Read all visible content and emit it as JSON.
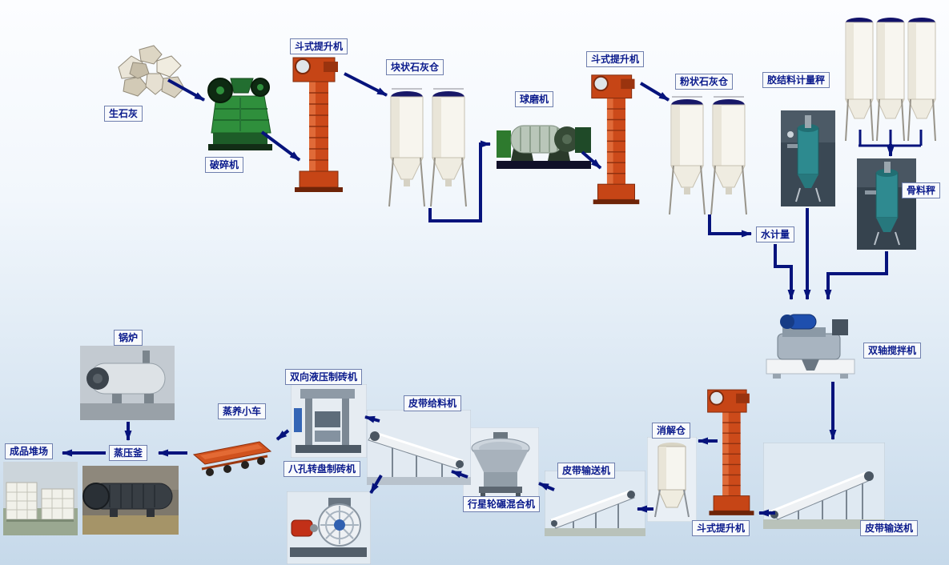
{
  "diagram": {
    "type": "production-process-flow",
    "labels": {
      "quicklime": "生石灰",
      "crusher": "破碎机",
      "bucket_elevator_1": "斗式提升机",
      "lump_lime_silo": "块状石灰仓",
      "ball_mill": "球磨机",
      "bucket_elevator_2": "斗式提升机",
      "powder_lime_silo": "粉状石灰仓",
      "binder_scale": "胶结料计量秤",
      "aggregate_scale": "骨料秤",
      "water_meter": "水计量",
      "twin_shaft_mixer": "双轴搅拌机",
      "belt_conveyor_right": "皮带输送机",
      "bucket_elevator_3": "斗式提升机",
      "slaking_silo": "消解仓",
      "belt_conveyor_mid": "皮带输送机",
      "planetary_mixer": "行星轮碾混合机",
      "belt_feeder": "皮带给料机",
      "hydraulic_brick_machine": "双向液压制砖机",
      "rotary_brick_machine": "八孔转盘制砖机",
      "steam_curing_cart": "蒸养小车",
      "autoclave": "蒸压釜",
      "boiler": "锅炉",
      "product_yard": "成品堆场"
    },
    "colors": {
      "arrow": "#06137c",
      "label_text": "#0a1a8c",
      "label_border": "#6f7fae",
      "label_background": "#f8fafc",
      "background_top": "#fcfdff",
      "background_bottom": "#c6d9ea",
      "elevator_orange": "#cc4a1a",
      "crusher_green": "#2f8f3c",
      "silo_white": "#f7f5ee",
      "silo_cap_navy": "#181868"
    }
  }
}
